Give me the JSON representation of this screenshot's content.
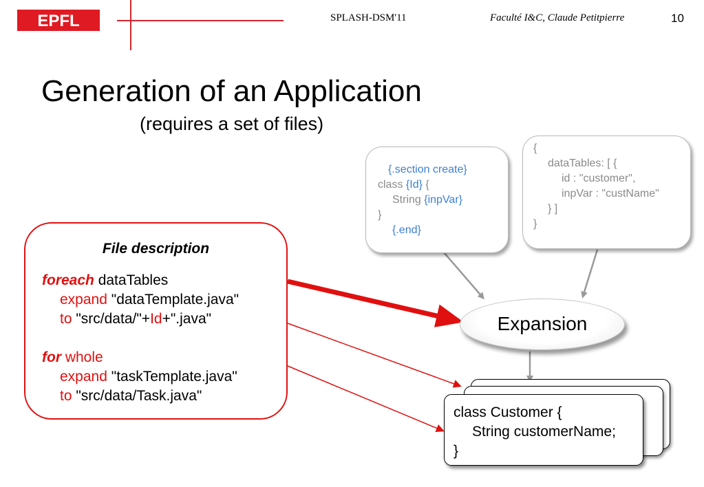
{
  "header": {
    "logo_text": "EPFL",
    "conference": "SPLASH-DSM'11",
    "author": "Faculté I&C, Claude Petitpierre",
    "page_number": "10",
    "brand_color": "#e01a22"
  },
  "slide": {
    "title": "Generation of an Application",
    "subtitle": "(requires a set of files)"
  },
  "template_box": {
    "l1_var": "{.section create}",
    "l2_kw": "class ",
    "l2_var": "{Id}",
    "l2_end": " {",
    "l3_kw": "String ",
    "l3_var": "{inpVar}",
    "l4": "}",
    "l5_var": "{.end}"
  },
  "data_box": {
    "l1": "{",
    "l2": "dataTables: [ {",
    "l3": "id : \"customer\",",
    "l4": "inpVar : \"custName\"",
    "l5": "} ]",
    "l6": "}"
  },
  "file_description": {
    "title": "File description",
    "r1_kw": "foreach",
    "r1_text": " dataTables",
    "r2_kw": "expand",
    "r2_text": " \"dataTemplate.java\"",
    "r3_kw": "to",
    "r3_a": " \"src/data/\"+",
    "r3_id": "Id",
    "r3_b": "+\".java\"",
    "r4_kw": "for",
    "r4_text": " whole",
    "r5_kw": "expand",
    "r5_text": " \"taskTemplate.java\"",
    "r6_kw": "to",
    "r6_text": " \"src/data/Task.java\""
  },
  "expansion": {
    "label": "Expansion"
  },
  "result": {
    "l1": "class Customer {",
    "l2": "String customerName;",
    "l3": "}"
  }
}
